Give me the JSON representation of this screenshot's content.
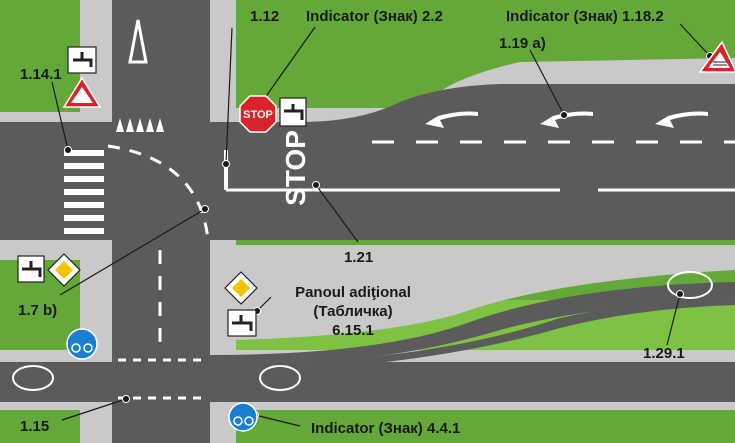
{
  "labels": {
    "l_1_12": "1.12",
    "l_ind_2_2": "Indicator (Знак) 2.2",
    "l_ind_1_18_2": "Indicator (Знак) 1.18.2",
    "l_1_19a": "1.19 a)",
    "l_1_14_1": "1.14.1",
    "l_1_21": "1.21",
    "l_1_7b": "1.7 b)",
    "l_panel_1": "Panoul adiţional",
    "l_panel_2": "(Табличка)",
    "l_panel_3": "6.15.1",
    "l_1_29_1": "1.29.1",
    "l_1_15": "1.15",
    "l_ind_4_4_1": "Indicator (Знак) 4.4.1"
  },
  "road_text": {
    "stop_marking": "STOP",
    "stop_sign": "STOP"
  },
  "colors": {
    "grass": "#64a83a",
    "sidewalk": "#c9c9c9",
    "asphalt": "#5b5b5b",
    "marking": "#ffffff",
    "sign_red": "#d8232a",
    "sign_yellow": "#f2c500",
    "sign_blue": "#1a7fd0"
  }
}
